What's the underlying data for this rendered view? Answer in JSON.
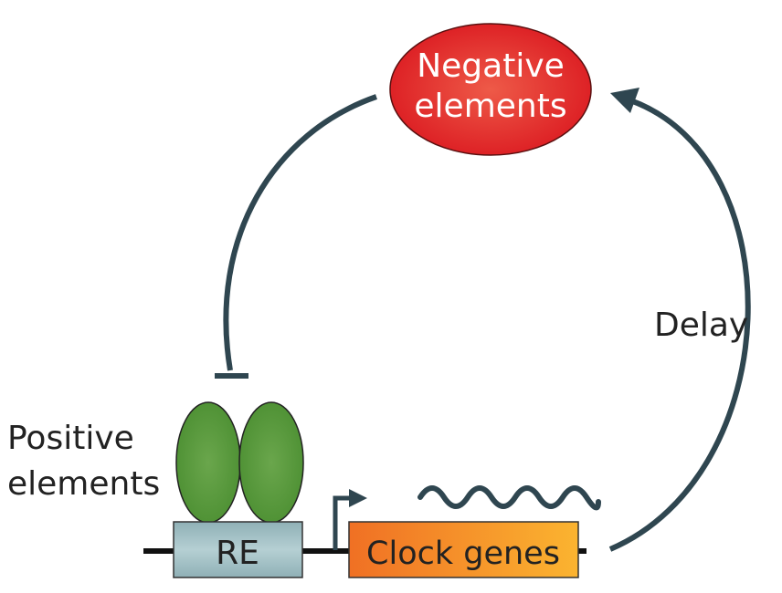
{
  "nodes": {
    "negative": {
      "line1": "Negative",
      "line2": "elements"
    },
    "positive": {
      "line1": "Positive",
      "line2": "elements"
    },
    "response_element": "RE",
    "clock_genes": "Clock genes"
  },
  "edges": {
    "delay_label": "Delay"
  },
  "colors": {
    "negative_fill": "#e02a2a",
    "positive_fill": "#5a9a3e",
    "re_fill": "#9fbfc4",
    "clock_gradient_start": "#f07024",
    "clock_gradient_end": "#fbb430",
    "arrow": "#2f4650"
  }
}
